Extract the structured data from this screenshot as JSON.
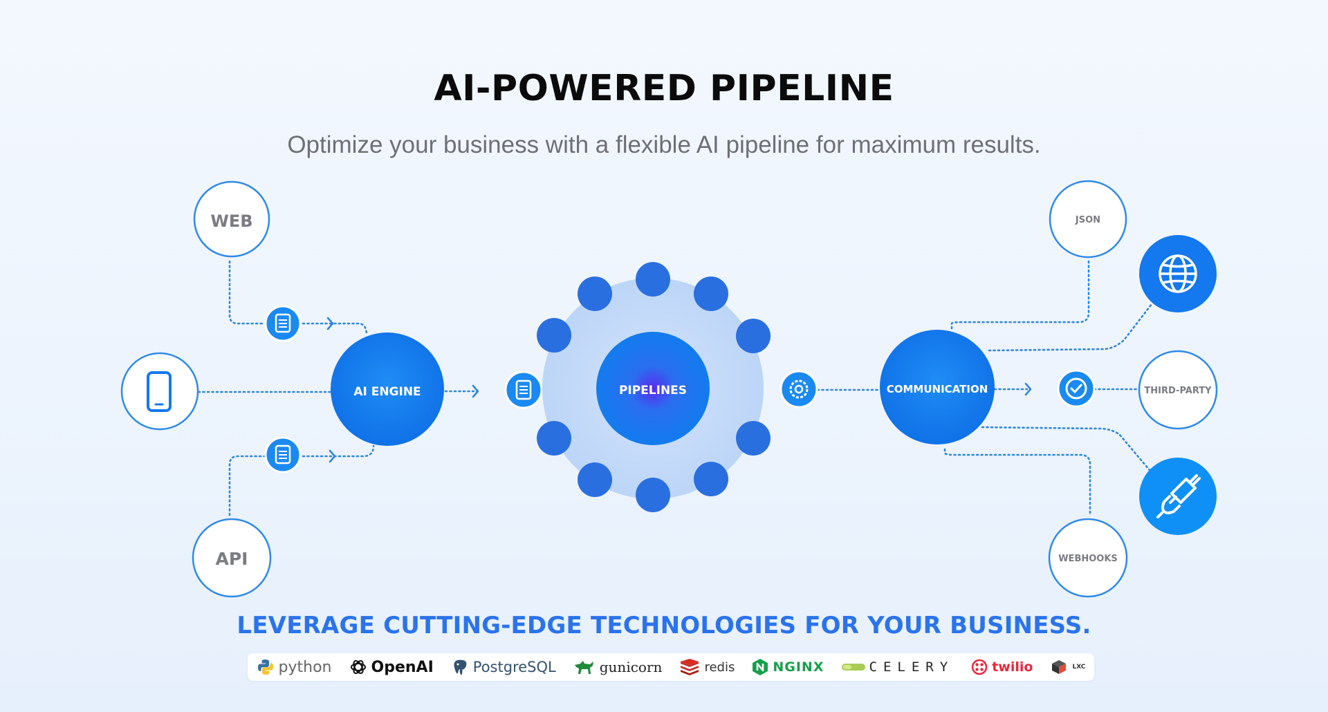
{
  "header": {
    "title": "AI-POWERED PIPELINE",
    "subtitle": "Optimize your business with a flexible AI pipeline for maximum results."
  },
  "inputs": {
    "web": "WEB",
    "api": "API",
    "mobile_icon": "smartphone-icon"
  },
  "nodes": {
    "ai_engine": "AI ENGINE",
    "pipelines": "PIPELINES",
    "communication": "COMMUNICATION"
  },
  "outputs": {
    "json": "JSON",
    "third_party": "THIRD-PARTY",
    "webhooks": "WEBHOOKS",
    "globe_icon": "globe-icon",
    "plug_icon": "plug-icon"
  },
  "connector_icons": [
    "document-icon",
    "document-icon",
    "document-icon",
    "gear-icon",
    "check-circle-icon"
  ],
  "tagline": "LEVERAGE CUTTING-EDGE TECHNOLOGIES FOR YOUR BUSINESS.",
  "technologies": {
    "python": "python",
    "openai": "OpenAI",
    "postgresql": "PostgreSQL",
    "gunicorn": "gunicorn",
    "redis": "redis",
    "nginx": "NGINX",
    "celery": "CELERY",
    "twilio": "twilio",
    "lxc": "LXC"
  },
  "colors": {
    "primary_blue": "#1478ee",
    "ring_blue": "#2f8ae8",
    "dot_blue": "#2a6fe0",
    "halo_blue": "#c4daf8",
    "connector": "#2f86e0",
    "tagline_blue": "#2b73ec"
  }
}
